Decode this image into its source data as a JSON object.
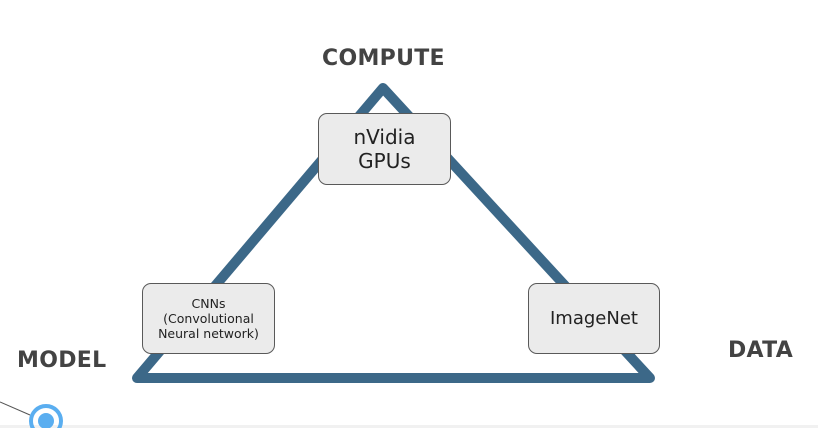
{
  "diagram": {
    "corners": {
      "top": "COMPUTE",
      "left": "MODEL",
      "right": "DATA"
    },
    "nodes": {
      "compute": "nVidia\nGPUs",
      "model": "CNNs\n(Convolutional\nNeural network)",
      "data": "ImageNet"
    },
    "colors": {
      "triangle": "#3c6888",
      "node_fill": "#ebebeb",
      "label": "#434343",
      "pointer": "#5aaef0"
    }
  }
}
